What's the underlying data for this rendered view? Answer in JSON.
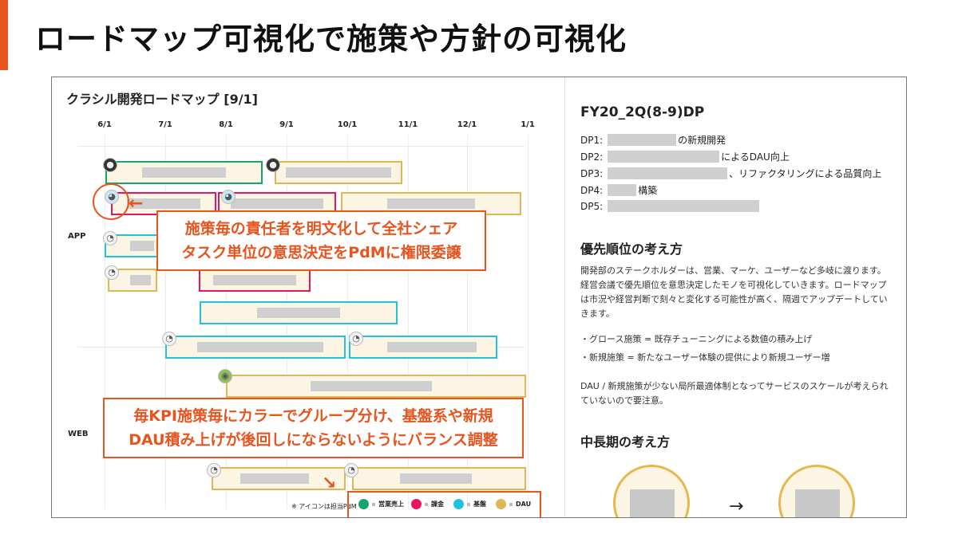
{
  "title": "ロードマップ可視化で施策や方針の可視化",
  "roadmap": {
    "title": "クラシル開発ロードマップ [9/1]",
    "months": [
      "6/1",
      "7/1",
      "8/1",
      "9/1",
      "10/1",
      "11/1",
      "12/1",
      "1/1"
    ],
    "rows": [
      "APP",
      "WEB"
    ]
  },
  "callouts": {
    "top": [
      "施策毎の責任者を明文化して全社シェア",
      "タスク単位の意思決定をPdMに権限委譲"
    ],
    "bottom": [
      "毎KPI施策毎にカラーでグループ分け、基盤系や新規",
      "DAU積み上げが後回しにならないようにバランス調整"
    ]
  },
  "legend": {
    "note": "※ アイコンは担当PdM",
    "items": [
      {
        "label": "営業売上",
        "color": "#17a56e"
      },
      {
        "label": "課金",
        "color": "#e8145e"
      },
      {
        "label": "基盤",
        "color": "#1fc3e0"
      },
      {
        "label": "DAU",
        "color": "#e0b657"
      }
    ]
  },
  "right": {
    "heading": "FY20_2Q(8-9)DP",
    "dps": [
      {
        "label": "DP1:",
        "suffix": "の新規開発"
      },
      {
        "label": "DP2:",
        "suffix": "によるDAU向上"
      },
      {
        "label": "DP3:",
        "suffix": "、リファクタリングによる品質向上"
      },
      {
        "label": "DP4:",
        "suffix": "構築"
      },
      {
        "label": "DP5:",
        "suffix": ""
      }
    ],
    "priority_heading": "優先順位の考え方",
    "priority_text": "開発部のステークホルダーは、営業、マーケ、ユーザーなど多岐に渡ります。経営会議で優先順位を意思決定したモノを可視化していきます。ロードマップは市況や経営判断で刻々と変化する可能性が高く、隔週でアップデートしていきます。",
    "bullets": [
      "・グロース施策 = 既存チューニングによる数値の積み上げ",
      "・新規施策 = 新たなユーザー体験の提供により新規ユーザー増"
    ],
    "dau_note": "DAU / 新規施策が少ない局所最適体制となってサービスのスケールが考えられていないので要注意。",
    "longterm_heading": "中長期の考え方",
    "arrow": "→"
  }
}
